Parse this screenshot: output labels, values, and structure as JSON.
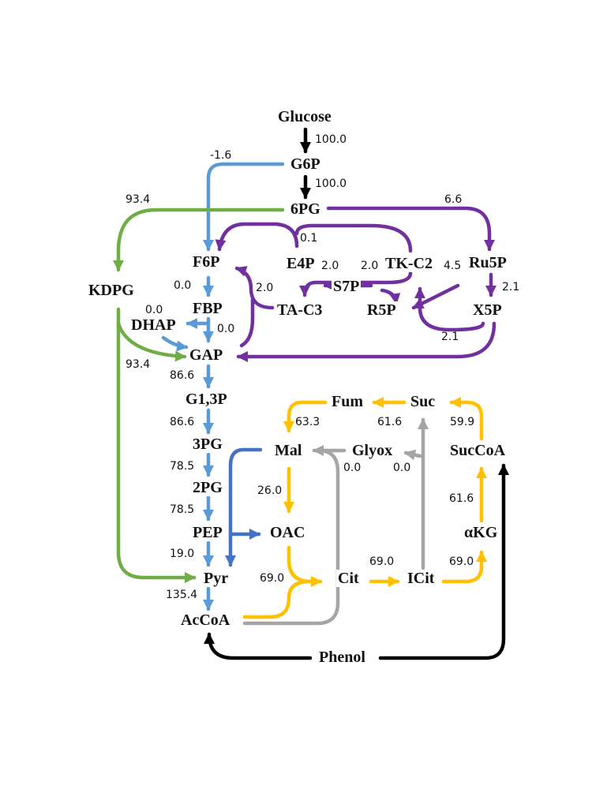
{
  "colors": {
    "glucose_input": "#000000",
    "glycolysis": "#5b9bd5",
    "ed_pathway": "#70ad47",
    "pentose_phosphate": "#7030a0",
    "tca_cycle": "#ffc000",
    "glyoxylate_shunt": "#a5a5a5",
    "anaplerotic": "#4472c4",
    "phenol_input": "#000000"
  },
  "metabolites": {
    "glucose": "Glucose",
    "g6p": "G6P",
    "pg6": "6PG",
    "kdpg": "KDPG",
    "f6p": "F6P",
    "e4p": "E4P",
    "tkc2": "TK-C2",
    "ru5p": "Ru5P",
    "s7p": "S7P",
    "r5p": "R5P",
    "x5p": "X5P",
    "tac3": "TA-C3",
    "fbp": "FBP",
    "dhap": "DHAP",
    "gap": "GAP",
    "g13p": "G1,3P",
    "pg3": "3PG",
    "pg2": "2PG",
    "pep": "PEP",
    "pyr": "Pyr",
    "accoa": "AcCoA",
    "oac": "OAC",
    "mal": "Mal",
    "fum": "Fum",
    "suc": "Suc",
    "succoa": "SucCoA",
    "glyox": "Glyox",
    "cit": "Cit",
    "icit": "ICit",
    "akg": "αKG",
    "phenol": "Phenol"
  },
  "fluxes": {
    "glucose_g6p": "100.0",
    "g6p_6pg": "100.0",
    "g6p_f6p": "-1.6",
    "pg6_kdpg": "93.4",
    "pg6_ru5p": "6.6",
    "tk_f6p": "0.1",
    "tk_s7p": "2.0",
    "s7p_e4p": "2.0",
    "ru5p_r5p": "4.5",
    "ru5p_x5p": "2.1",
    "x5p_gap": "2.1",
    "tac3_f6p": "2.0",
    "f6p_fbp": "0.0",
    "fbp_dhap": "0.0",
    "fbp_gap": "0.0",
    "kdpg_gap": "93.4",
    "gap_g13p": "86.6",
    "g13p_3pg": "86.6",
    "pg3_2pg": "78.5",
    "pg2_pep": "78.5",
    "pep_pyr": "19.0",
    "pyr_accoa": "135.4",
    "suc_fum": "61.6",
    "fum_mal": "63.3",
    "succoa_suc": "59.9",
    "glyox_mal": "0.0",
    "icit_glyox": "0.0",
    "mal_oac": "26.0",
    "oac_cit": "69.0",
    "cit_icit": "69.0",
    "icit_akg": "69.0",
    "akg_succoa": "61.6"
  }
}
